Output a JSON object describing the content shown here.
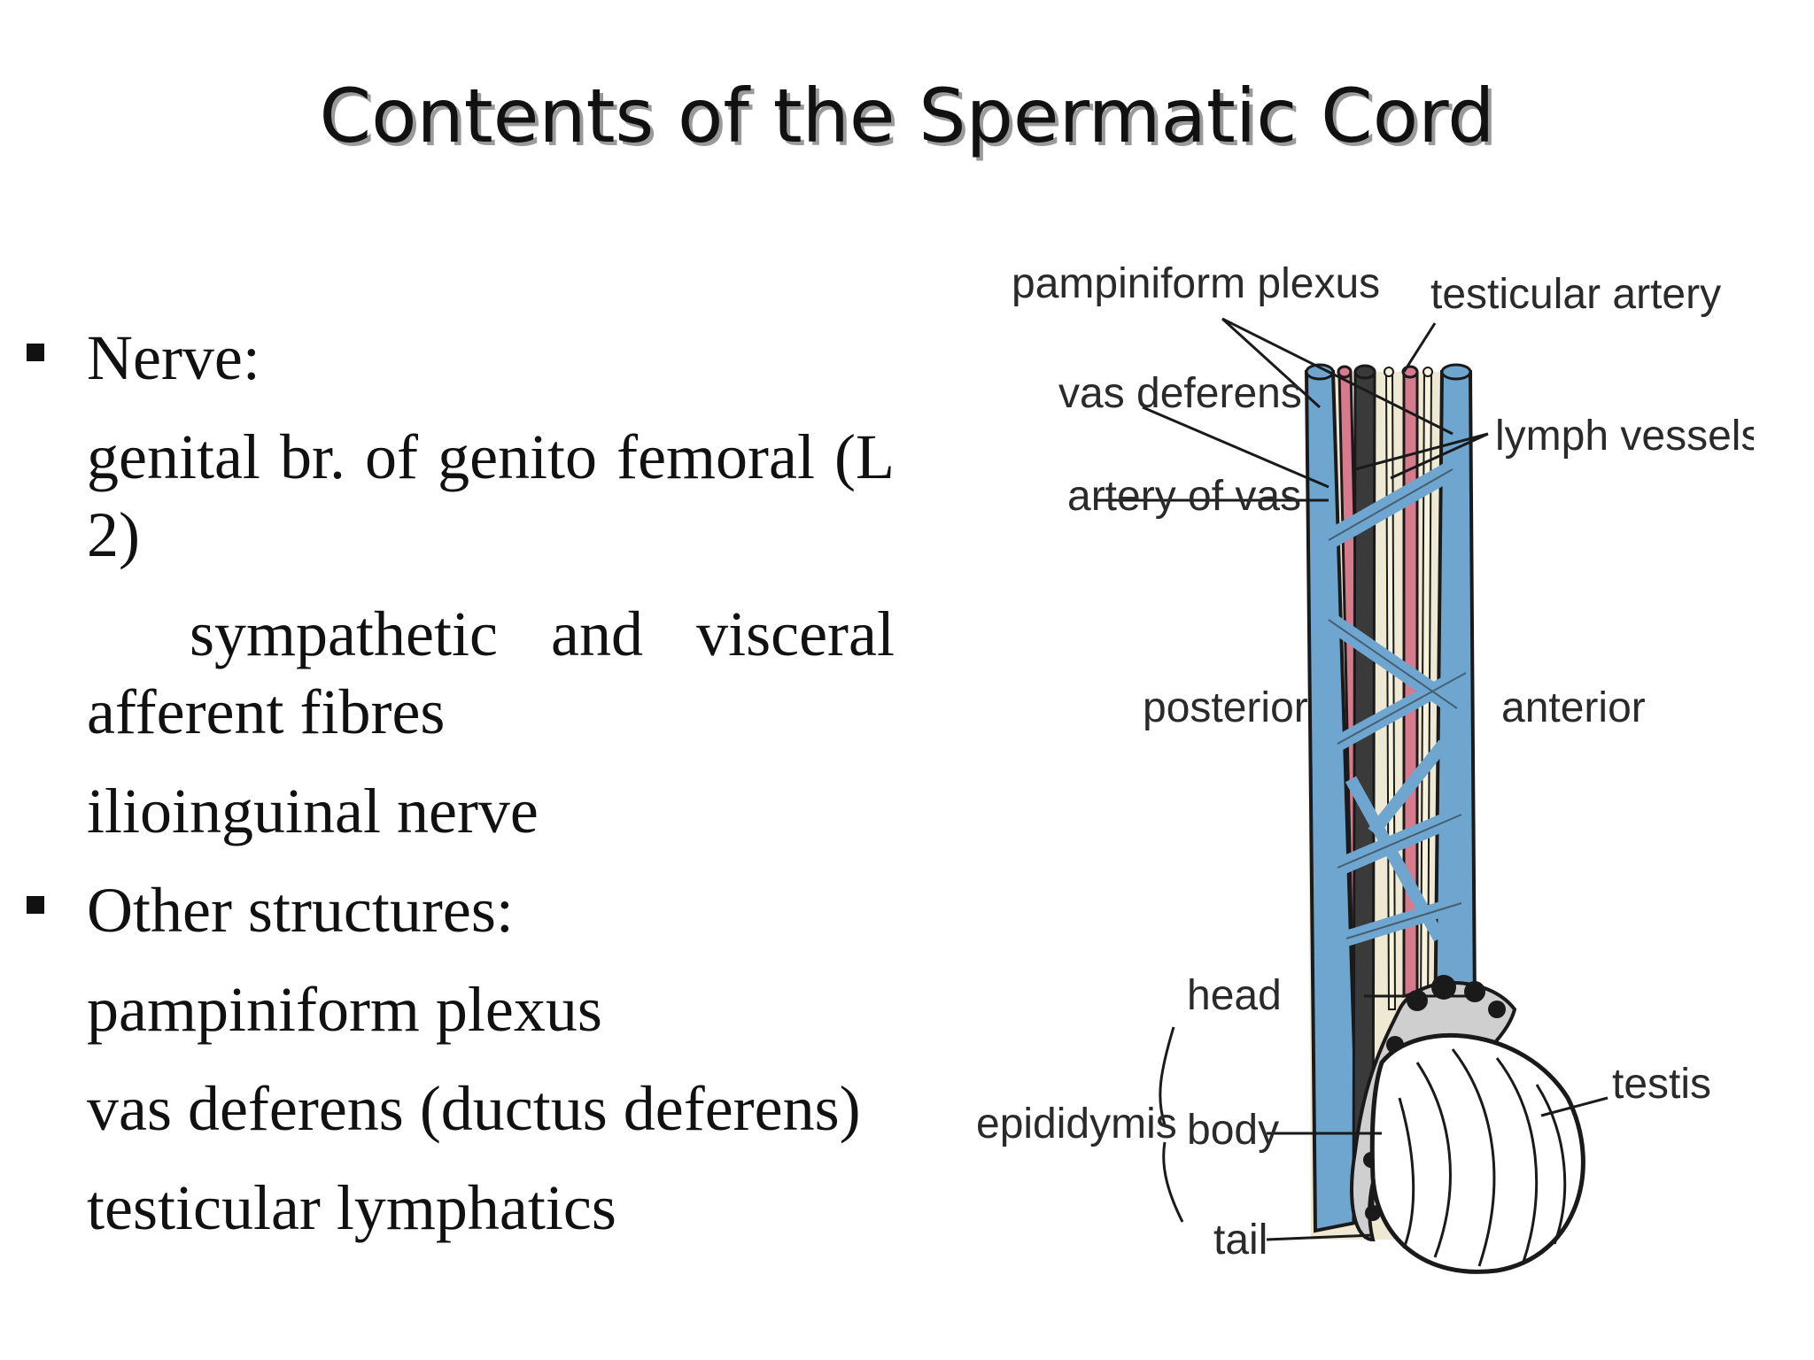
{
  "slide": {
    "title": "Contents of the Spermatic Cord"
  },
  "bullets": [
    {
      "heading": "Nerve:",
      "items": [
        "genital br. of genito femoral (L 2)",
        "sympathetic and visceral afferent fibres",
        "ilioinguinal nerve"
      ]
    },
    {
      "heading": "Other structures:",
      "items": [
        "pampiniform plexus",
        "vas deferens (ductus deferens)",
        "testicular lymphatics"
      ]
    }
  ],
  "diagram": {
    "labels": {
      "pampiniform_plexus": "pampiniform plexus",
      "testicular_artery": "testicular artery",
      "vas_deferens": "vas deferens",
      "lymph_vessels": "lymph vessels",
      "artery_of_vas": "artery of vas",
      "posterior": "posterior",
      "anterior": "anterior",
      "head": "head",
      "epididymis": "epididymis",
      "body": "body",
      "testis": "testis",
      "tail": "tail"
    },
    "colors": {
      "vein": "#6fa6cf",
      "artery": "#d77a8c",
      "outline": "#1a1a1a",
      "nerve": "#f1ecc8"
    }
  }
}
